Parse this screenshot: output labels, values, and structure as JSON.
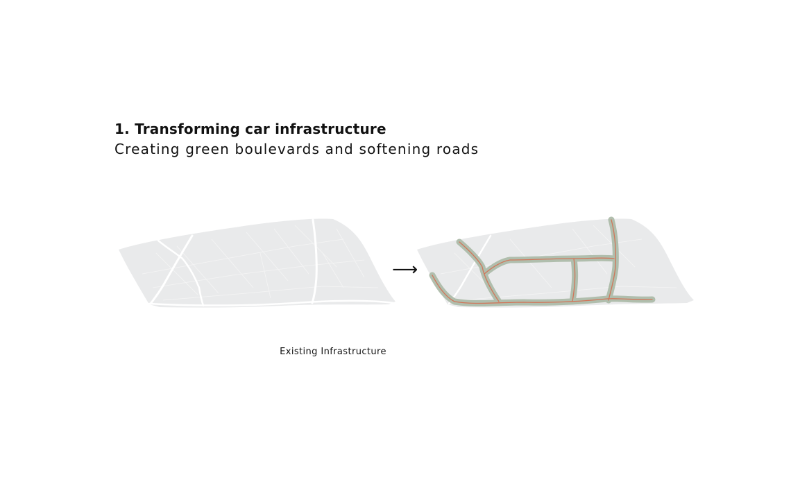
{
  "heading": "1. Transforming car infrastructure",
  "subheading": "Creating green boulevards and softening roads",
  "arrow": "⟶",
  "caption": "Existing Infrastructure",
  "colors": {
    "land": "#e9eaeb",
    "existing_road": "#ffffff",
    "green_buffer": "#aebcaa",
    "road_line": "#d0765a"
  },
  "icons": {
    "arrow": "long-right-arrow-icon"
  }
}
